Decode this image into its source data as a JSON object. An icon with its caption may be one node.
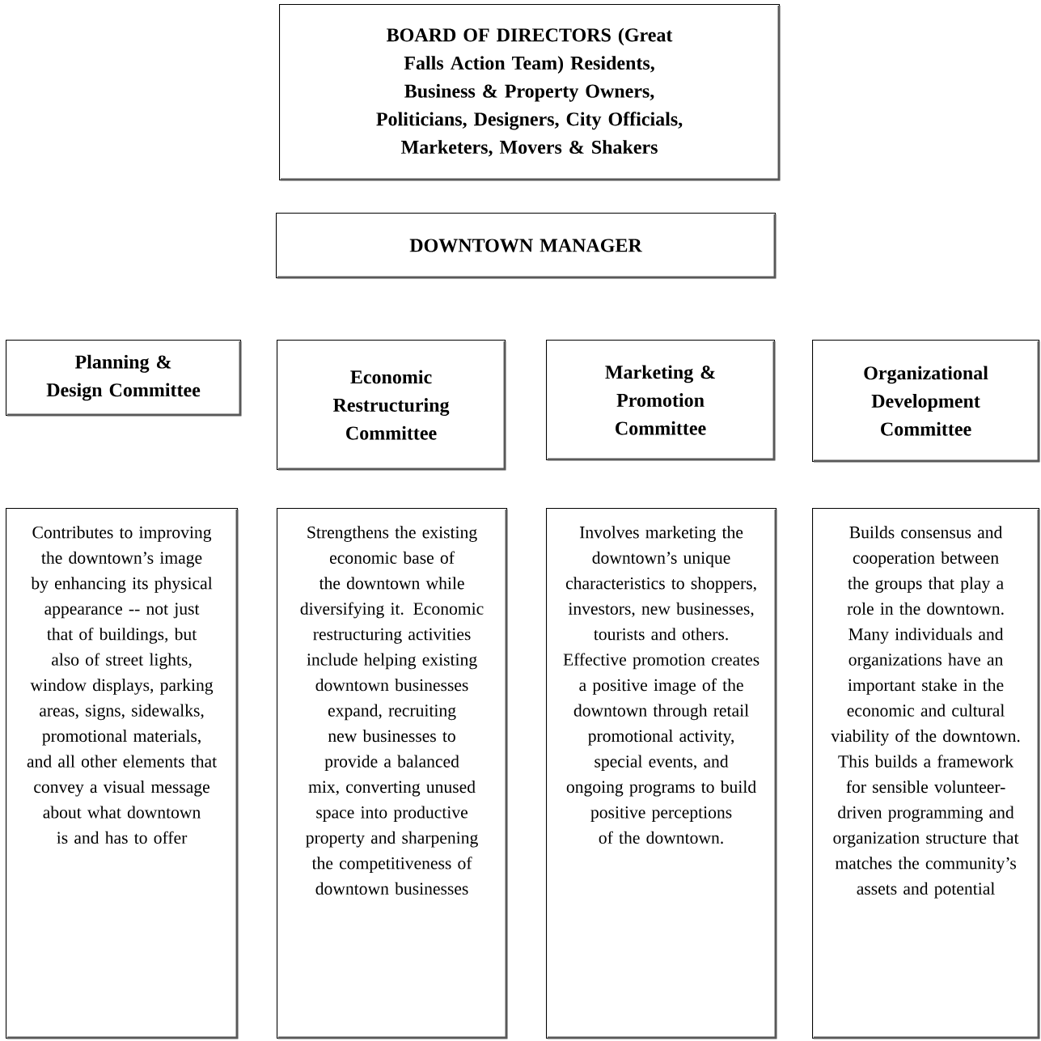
{
  "diagram": {
    "nodes": [
      {
        "text": [
          "BOARD OF DIRECTORS (Great Falls Action Team) Residents, Business & Property Owners, Politicians, Designers, City Officials, Marketers, Movers & Shakers"
        ]
      },
      {
        "text": [
          "DOWNTOWN MANAGER"
        ]
      },
      {
        "text": [
          "Planning & Design Committee"
        ]
      },
      {
        "text": [
          "Economic Restructuring Committee"
        ]
      },
      {
        "text": [
          "Marketing & Promotion Committee"
        ]
      },
      {
        "text": [
          "Organizational Development Committee"
        ]
      },
      {
        "text": [
          "Contributes to improving the downtown’s image by enhancing its physical appearance -- not just that of buildings, but also of street lights, window displays, parking areas, signs, sidewalks, promotional materials, and all other elements that convey a visual message about what downtown is and has to offer"
        ]
      },
      {
        "text": [
          "Strengthens the existing economic base of the downtown while diversifying it. Economic restructuring activities include helping existing downtown businesses expand, recruiting new businesses to provide a balanced mix, converting unused space into productive property and sharpening the competitiveness of downtown businesses"
        ]
      },
      {
        "text": [
          "Involves marketing the downtown’s unique characteristics to shoppers, investors, new businesses, tourists and others. Effective promotion creates a positive image of the downtown through retail promotional activity, special events, and ongoing programs to build positive perceptions of the downtown."
        ]
      },
      {
        "text": [
          "Builds consensus and cooperation between the groups that play a role in the downtown. Many individuals and organizations have an important stake in the economic and cultural viability of the downtown. This builds a framework for sensible volunteer-driven programming and organization structure that matches the community’s assets and potential"
        ]
      }
    ]
  }
}
